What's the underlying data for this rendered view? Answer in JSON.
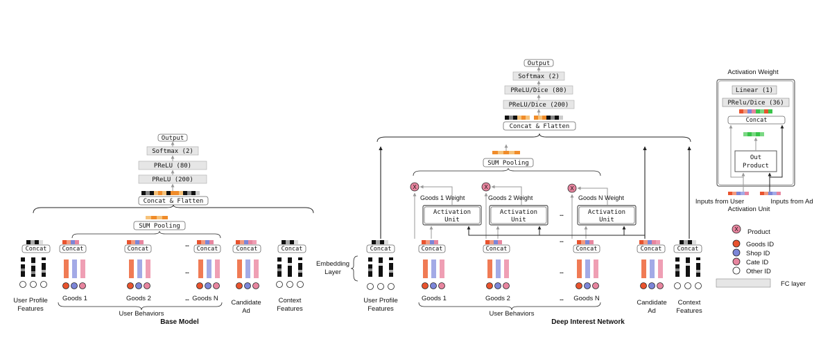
{
  "colors": {
    "goods": "#e8532e",
    "shop": "#7c86d8",
    "cate": "#e7859f",
    "other": "#ffffff",
    "fc": "#e6e6e6",
    "pool": "#f08c2a",
    "pool_light": "#f6c27a",
    "act_green": "#39c44a"
  },
  "base": {
    "caption": "Base Model",
    "output": "Output",
    "softmax": "Softmax (2)",
    "prelu80": "PReLU (80)",
    "prelu200": "PReLU (200)",
    "concat_flatten": "Concat & Flatten",
    "sum_pooling": "SUM Pooling",
    "concat": "Concat",
    "user_profile": [
      "User Profile",
      "Features"
    ],
    "goods1": "Goods 1",
    "goods2": "Goods 2",
    "goodsN": "Goods N",
    "ellipsis": "…",
    "candidate": [
      "Candidate",
      "Ad"
    ],
    "context": [
      "Context",
      "Features"
    ],
    "user_behaviors": "User Behaviors"
  },
  "din": {
    "caption": "Deep Interest Network",
    "output": "Output",
    "softmax": "Softmax (2)",
    "prelu80": "PReLU/Dice (80)",
    "prelu200": "PReLU/Dice (200)",
    "concat_flatten": "Concat & Flatten",
    "sum_pooling": "SUM Pooling",
    "concat": "Concat",
    "embedding": [
      "Embedding",
      "Layer"
    ],
    "activation_unit": [
      "Activation",
      "Unit"
    ],
    "weight1": "Goods 1 Weight",
    "weight2": "Goods 2 Weight",
    "weightN": "Goods N Weight",
    "user_profile": [
      "User Profile",
      "Features"
    ],
    "goods1": "Goods 1",
    "goods2": "Goods 2",
    "goodsN": "Goods N",
    "ellipsis": "…",
    "candidate": [
      "Candidate",
      "Ad"
    ],
    "context": [
      "Context",
      "Features"
    ],
    "user_behaviors": "User Behaviors",
    "x": "X"
  },
  "activation_panel": {
    "title": "Activation Weight",
    "linear": "Linear (1)",
    "prelu": "PRelu/Dice (36)",
    "concat": "Concat",
    "out_product": [
      "Out",
      "Product"
    ],
    "inputs_user": "Inputs from User",
    "inputs_ad": "Inputs from Ad",
    "caption": "Activation Unit"
  },
  "legend": {
    "product": "Product",
    "goods_id": "Goods ID",
    "shop_id": "Shop ID",
    "cate_id": "Cate ID",
    "other_id": "Other ID",
    "fc_layer": "FC layer",
    "x": "X"
  }
}
